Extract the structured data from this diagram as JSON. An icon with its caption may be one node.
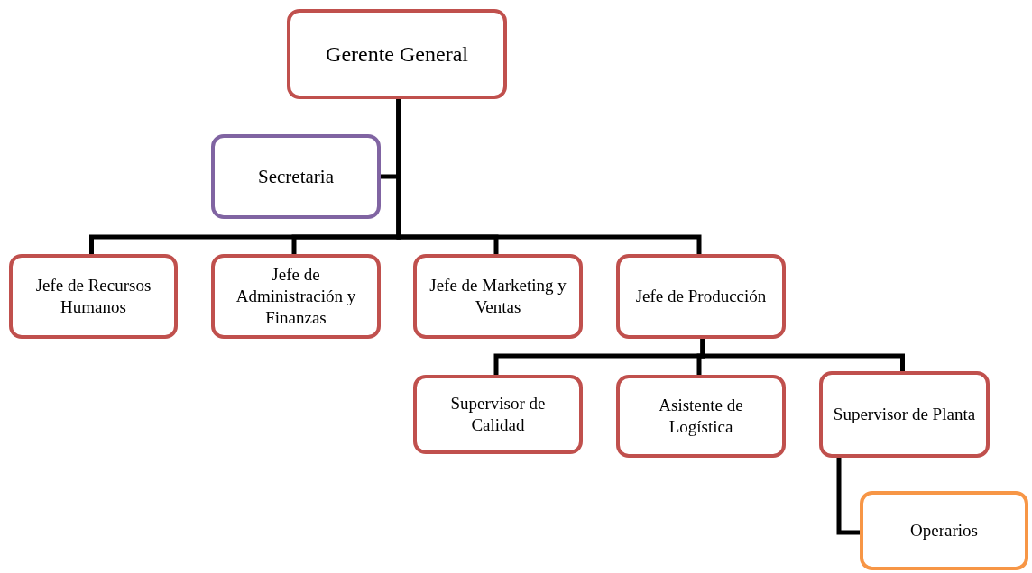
{
  "diagram": {
    "nodes": [
      {
        "text": [
          "Gerente General"
        ]
      },
      {
        "text": [
          "Secretaria"
        ]
      },
      {
        "text": [
          "Jefe de Recursos Humanos"
        ]
      },
      {
        "text": [
          "Jefe de Administración y Finanzas"
        ]
      },
      {
        "text": [
          "Jefe de Marketing y Ventas"
        ]
      },
      {
        "text": [
          "Jefe de Producción"
        ]
      },
      {
        "text": [
          "Supervisor de Calidad"
        ]
      },
      {
        "text": [
          "Asistente de Logística"
        ]
      },
      {
        "text": [
          "Supervisor de Planta"
        ]
      },
      {
        "text": [
          "Operarios"
        ]
      }
    ],
    "edges": [
      {
        "from": 0,
        "to": 1,
        "arrow": "none"
      },
      {
        "from": 0,
        "to": 2,
        "arrow": "none"
      },
      {
        "from": 0,
        "to": 3,
        "arrow": "none"
      },
      {
        "from": 0,
        "to": 4,
        "arrow": "none"
      },
      {
        "from": 0,
        "to": 5,
        "arrow": "none"
      },
      {
        "from": 5,
        "to": 6,
        "arrow": "none"
      },
      {
        "from": 5,
        "to": 7,
        "arrow": "none"
      },
      {
        "from": 5,
        "to": 8,
        "arrow": "none"
      },
      {
        "from": 8,
        "to": 9,
        "arrow": "none"
      }
    ]
  }
}
